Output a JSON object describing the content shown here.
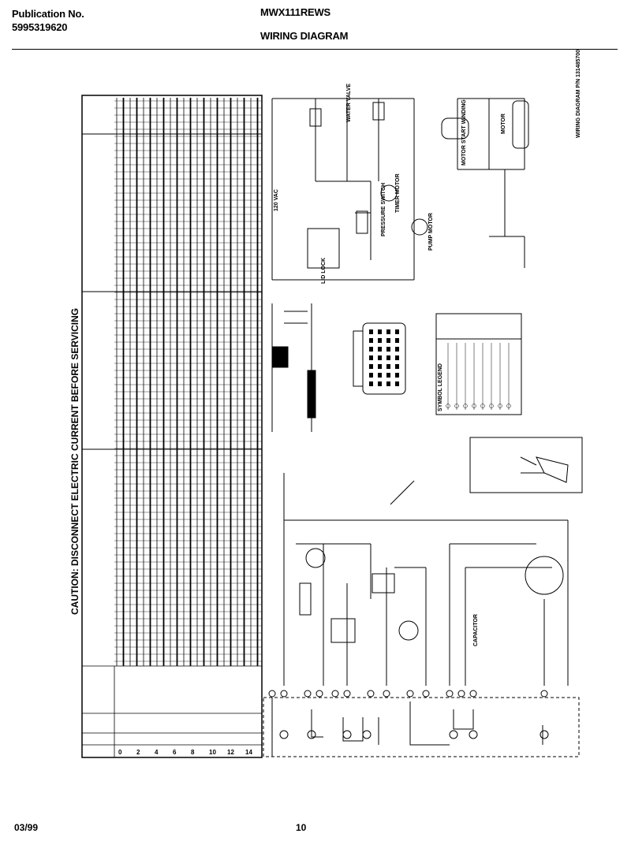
{
  "header": {
    "pub_label": "Publication No.",
    "pub_number": "5995319620",
    "model": "MWX111REWS",
    "page_title": "WIRING DIAGRAM"
  },
  "caution": "CAUTION: DISCONNECT ELECTRIC CURRENT BEFORE SERVICING",
  "footer": {
    "date": "03/99",
    "page": "10"
  },
  "diagram_labels": {
    "voltage": "120 VAC",
    "water_valve": "WATER VALVE",
    "motor_start_winding": "MOTOR START WINDING",
    "motor": "MOTOR",
    "lid_lock": "LID LOCK",
    "pressure_switch": "PRESSURE SWITCH",
    "pump_motor": "PUMP MOTOR",
    "timer_motor": "TIMER MOTOR",
    "capacitor": "CAPACITOR",
    "sheet_id": "WIRING DIAGRAM P/N 131485700",
    "legend_title": "SYMBOL LEGEND"
  },
  "timer_table": {
    "rows": [
      "0",
      "2",
      "4",
      "6",
      "8",
      "10",
      "12",
      "14"
    ]
  }
}
